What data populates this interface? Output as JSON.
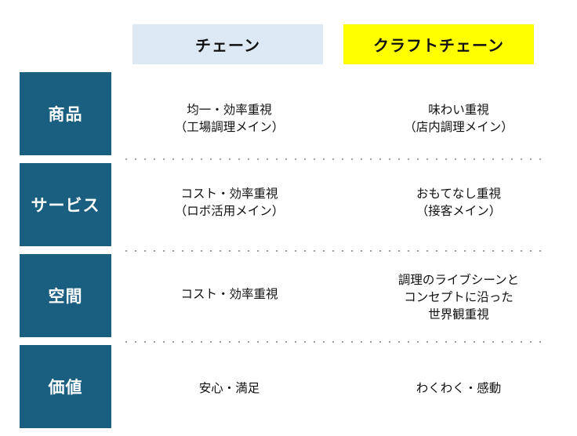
{
  "columns": {
    "chain": {
      "label": "チェーン",
      "color": "#dce8f4"
    },
    "craft": {
      "label": "クラフトチェーン",
      "color": "#ffff00"
    }
  },
  "row_label_color": "#1a5e80",
  "rows": [
    {
      "label": "商品",
      "chain": "均一・効率重視\n（工場調理メイン）",
      "craft": "味わい重視\n（店内調理メイン）"
    },
    {
      "label": "サービス",
      "chain": "コスト・効率重視\n（ロボ活用メイン）",
      "craft": "おもてなし重視\n（接客メイン）"
    },
    {
      "label": "空間",
      "chain": "コスト・効率重視",
      "craft": "調理のライブシーンと\nコンセプトに沿った\n世界観重視"
    },
    {
      "label": "価値",
      "chain": "安心・満足",
      "craft": "わくわく・感動"
    }
  ]
}
